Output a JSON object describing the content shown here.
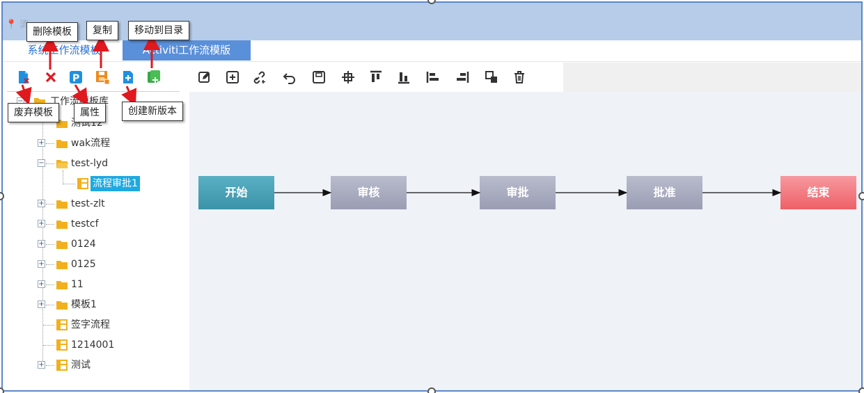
{
  "breadcrumb": {
    "text": "流"
  },
  "tabs": [
    {
      "label": "系统工作流模板"
    },
    {
      "label": "Activiti工作流模版"
    }
  ],
  "left_toolbar": {
    "icons": [
      "discard-template-icon",
      "delete-icon",
      "properties-icon",
      "copy-icon",
      "move-to-folder-icon",
      "new-version-icon"
    ]
  },
  "tree": {
    "root_label": "工作流模板库",
    "items": [
      {
        "label": "测试12",
        "type": "folder",
        "expanded": false
      },
      {
        "label": "wak流程",
        "type": "folder",
        "expanded": false
      },
      {
        "label": "test-lyd",
        "type": "folder",
        "expanded": true
      },
      {
        "label": "流程审批1",
        "type": "template",
        "selected": true
      },
      {
        "label": "test-zlt",
        "type": "folder",
        "expanded": false
      },
      {
        "label": "testcf",
        "type": "folder",
        "expanded": false
      },
      {
        "label": "0124",
        "type": "folder",
        "expanded": false
      },
      {
        "label": "0125",
        "type": "folder",
        "expanded": false
      },
      {
        "label": "11",
        "type": "folder",
        "expanded": false
      },
      {
        "label": "模板1",
        "type": "folder",
        "expanded": false
      },
      {
        "label": "签字流程",
        "type": "template"
      },
      {
        "label": "1214001",
        "type": "template"
      },
      {
        "label": "测试",
        "type": "template"
      }
    ]
  },
  "canvas_toolbar": {
    "icons": [
      "edit-icon",
      "add-icon",
      "link-icon",
      "undo-icon",
      "save-icon",
      "center-icon",
      "align-top-icon",
      "align-bottom-icon",
      "align-left-icon",
      "align-right-icon",
      "same-size-icon",
      "trash-icon"
    ]
  },
  "flow": {
    "nodes": [
      {
        "label": "开始",
        "kind": "start"
      },
      {
        "label": "审核",
        "kind": "task"
      },
      {
        "label": "审批",
        "kind": "task"
      },
      {
        "label": "批准",
        "kind": "task"
      },
      {
        "label": "结束",
        "kind": "end"
      }
    ]
  },
  "annotations": {
    "delete_template": "删除模板",
    "copy": "复制",
    "move_to_folder": "移动到目录",
    "discard_template": "废弃模板",
    "properties": "属性",
    "create_new_version": "创建新版本"
  },
  "colors": {
    "tab_active_bg": "#5a8fd9",
    "tab_link": "#2a74d8",
    "selected_item_bg": "#1fa9e1",
    "folder": "#f2b01e",
    "arrow_red": "#e0191f",
    "start_node": "#3b93a8",
    "task_node": "#9a9db3",
    "end_node": "#ee6066"
  }
}
